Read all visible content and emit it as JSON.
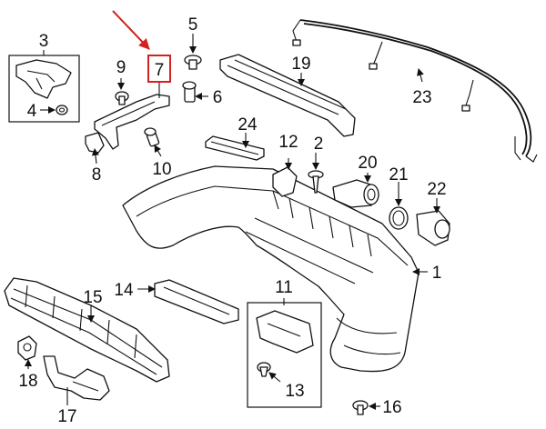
{
  "callouts": {
    "c1": "1",
    "c2": "2",
    "c3": "3",
    "c4": "4",
    "c5": "5",
    "c6": "6",
    "c7": "7",
    "c8": "8",
    "c9": "9",
    "c10": "10",
    "c11": "11",
    "c12": "12",
    "c13": "13",
    "c14": "14",
    "c15": "15",
    "c16": "16",
    "c17": "17",
    "c18": "18",
    "c19": "19",
    "c20": "20",
    "c21": "21",
    "c22": "22",
    "c23": "23",
    "c24": "24"
  },
  "highlight": {
    "callout": "7",
    "color": "#d32020"
  }
}
